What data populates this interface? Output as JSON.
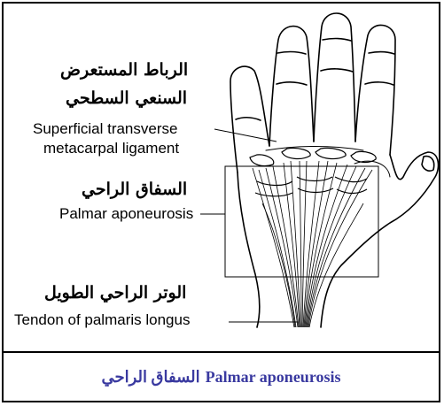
{
  "labels": {
    "ligament_ar_line1": "الرباط المستعرض",
    "ligament_ar_line2": "السنعي السطحي",
    "ligament_en_line1": "Superficial transverse",
    "ligament_en_line2": "metacarpal ligament",
    "aponeurosis_ar": "السفاق الراحي",
    "aponeurosis_en": "Palmar aponeurosis",
    "tendon_ar": "الوتر الراحي الطويل",
    "tendon_en": "Tendon of palmaris longus"
  },
  "caption": {
    "arabic": "السفاق الراحي",
    "english": "Palmar aponeurosis"
  },
  "colors": {
    "caption": "#3a3aa0",
    "lines": "#000000",
    "border": "#000000"
  }
}
